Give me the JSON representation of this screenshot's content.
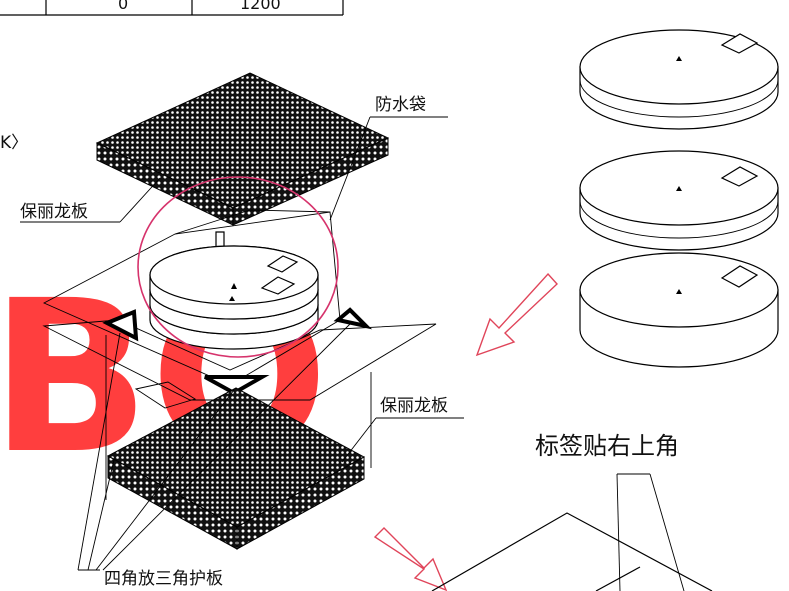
{
  "labels": {
    "waterproof_bag": "防水袋",
    "polypropylene_board_top": "保丽龙板",
    "polypropylene_board_bottom": "保丽龙板",
    "corner_protectors": "四角放三角护板",
    "label_position": "标签贴右上角"
  },
  "table_fragment": {
    "cells": [
      "0",
      "1200"
    ]
  },
  "edge_fragment": "K〉",
  "watermark": "BO",
  "colors": {
    "line": "#000000",
    "highlight_circle": "#d6336c",
    "arrow": "#e0455a",
    "watermark": "#ff2a2a",
    "board_fill": "#1a1a1a"
  }
}
